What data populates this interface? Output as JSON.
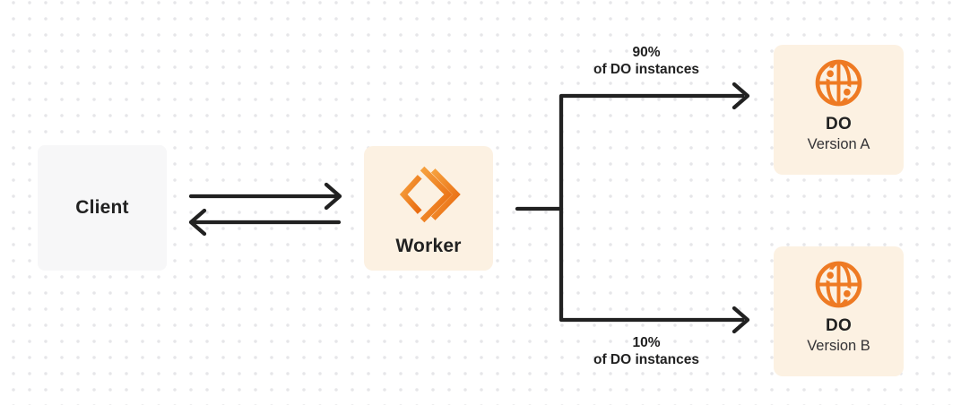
{
  "colors": {
    "canvas_bg": "#ffffff",
    "dot_grid": "#e6e6e9",
    "ink": "#212121",
    "client_box_bg": "#f7f7f8",
    "cream_box_bg": "#fcf1e2",
    "orange": "#ee7a23",
    "orange_light": "#f6a13e",
    "orange_deep": "#e8680e",
    "subtitle_text": "#333336"
  },
  "diagram": {
    "client": {
      "label": "Client"
    },
    "worker": {
      "label": "Worker",
      "icon": "cloudflare-workers-icon"
    },
    "branch_top": {
      "percent": "90%",
      "caption": "of DO instances"
    },
    "branch_bottom": {
      "percent": "10%",
      "caption": "of DO instances"
    },
    "do_version_a": {
      "title": "DO",
      "subtitle": "Version A",
      "icon": "durable-object-globe-icon"
    },
    "do_version_b": {
      "title": "DO",
      "subtitle": "Version B",
      "icon": "durable-object-globe-icon"
    }
  }
}
